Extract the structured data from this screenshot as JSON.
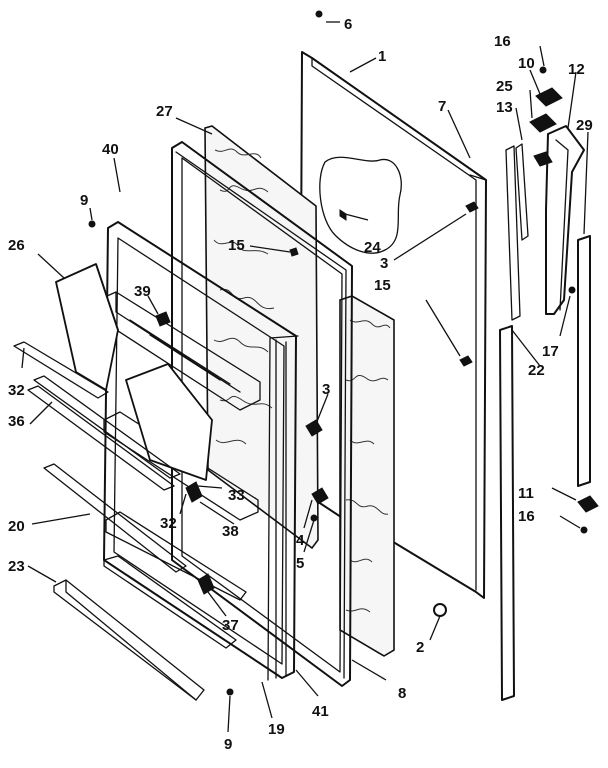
{
  "callouts": [
    {
      "id": "c1",
      "label": "1"
    },
    {
      "id": "c2",
      "label": "2"
    },
    {
      "id": "c3a",
      "label": "3"
    },
    {
      "id": "c3b",
      "label": "3"
    },
    {
      "id": "c4",
      "label": "4"
    },
    {
      "id": "c5",
      "label": "5"
    },
    {
      "id": "c6",
      "label": "6"
    },
    {
      "id": "c7",
      "label": "7"
    },
    {
      "id": "c8",
      "label": "8"
    },
    {
      "id": "c9a",
      "label": "9"
    },
    {
      "id": "c9b",
      "label": "9"
    },
    {
      "id": "c10",
      "label": "10"
    },
    {
      "id": "c11",
      "label": "11"
    },
    {
      "id": "c12",
      "label": "12"
    },
    {
      "id": "c13",
      "label": "13"
    },
    {
      "id": "c15a",
      "label": "15"
    },
    {
      "id": "c15b",
      "label": "15"
    },
    {
      "id": "c16a",
      "label": "16"
    },
    {
      "id": "c16b",
      "label": "16"
    },
    {
      "id": "c17",
      "label": "17"
    },
    {
      "id": "c19",
      "label": "19"
    },
    {
      "id": "c20",
      "label": "20"
    },
    {
      "id": "c22",
      "label": "22"
    },
    {
      "id": "c23",
      "label": "23"
    },
    {
      "id": "c24",
      "label": "24"
    },
    {
      "id": "c25",
      "label": "25"
    },
    {
      "id": "c26",
      "label": "26"
    },
    {
      "id": "c27",
      "label": "27"
    },
    {
      "id": "c29",
      "label": "29"
    },
    {
      "id": "c32a",
      "label": "32"
    },
    {
      "id": "c32b",
      "label": "32"
    },
    {
      "id": "c33",
      "label": "33"
    },
    {
      "id": "c36",
      "label": "36"
    },
    {
      "id": "c37",
      "label": "37"
    },
    {
      "id": "c38",
      "label": "38"
    },
    {
      "id": "c39",
      "label": "39"
    },
    {
      "id": "c40",
      "label": "40"
    },
    {
      "id": "c41",
      "label": "41"
    }
  ]
}
